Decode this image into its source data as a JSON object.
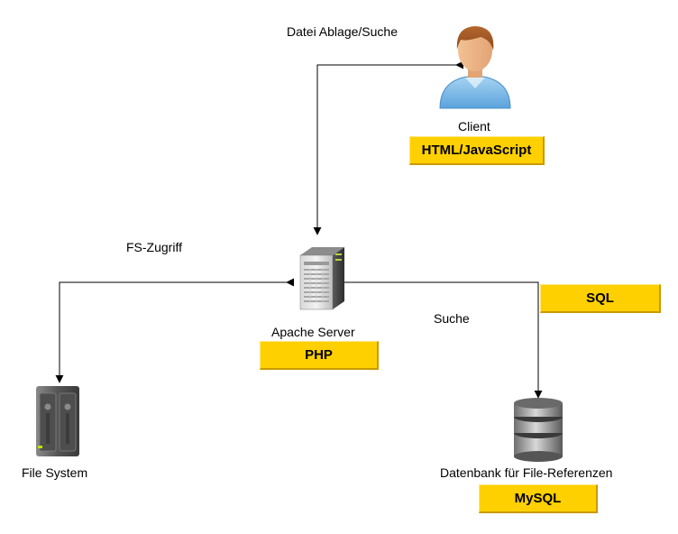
{
  "nodes": {
    "client": {
      "label": "Client",
      "tech": "HTML/JavaScript"
    },
    "server": {
      "label": "Apache Server",
      "tech": "PHP"
    },
    "filesystem": {
      "label": "File System"
    },
    "database": {
      "label": "Datenbank für File-Referenzen",
      "tech": "MySQL"
    }
  },
  "edges": {
    "client_server": "Datei Ablage/Suche",
    "server_filesystem": "FS-Zugriff",
    "server_database": "Suche",
    "server_database_tech": "SQL"
  },
  "colors": {
    "tag_fill": "#ffd000",
    "line": "#000000"
  },
  "icons": [
    "person-icon",
    "server-tower-icon",
    "nas-drive-icon",
    "database-icon"
  ]
}
